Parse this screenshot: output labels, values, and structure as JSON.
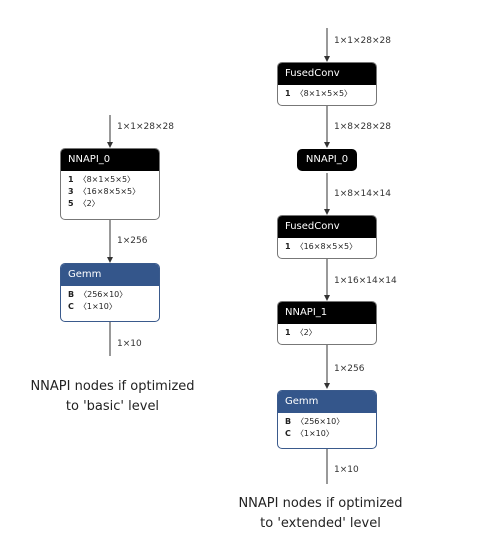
{
  "left": {
    "edge_in": "1×1×28×28",
    "nnapi0": {
      "title": "NNAPI_0",
      "attrs": [
        {
          "key": "1",
          "value": "〈8×1×5×5〉"
        },
        {
          "key": "3",
          "value": "〈16×8×5×5〉"
        },
        {
          "key": "5",
          "value": "〈2〉"
        }
      ]
    },
    "edge_mid": "1×256",
    "gemm": {
      "title": "Gemm",
      "attrs": [
        {
          "key": "B",
          "value": "〈256×10〉"
        },
        {
          "key": "C",
          "value": "〈1×10〉"
        }
      ]
    },
    "edge_out": "1×10",
    "caption_line1": "NNAPI nodes if optimized",
    "caption_line2": "to 'basic' level"
  },
  "right": {
    "edge_in": "1×1×28×28",
    "fusedconv1": {
      "title": "FusedConv",
      "attrs": [
        {
          "key": "1",
          "value": "〈8×1×5×5〉"
        }
      ]
    },
    "edge_1": "1×8×28×28",
    "nnapi0": {
      "title": "NNAPI_0"
    },
    "edge_2": "1×8×14×14",
    "fusedconv2": {
      "title": "FusedConv",
      "attrs": [
        {
          "key": "1",
          "value": "〈16×8×5×5〉"
        }
      ]
    },
    "edge_3": "1×16×14×14",
    "nnapi1": {
      "title": "NNAPI_1",
      "attrs": [
        {
          "key": "1",
          "value": "〈2〉"
        }
      ]
    },
    "edge_4": "1×256",
    "gemm": {
      "title": "Gemm",
      "attrs": [
        {
          "key": "B",
          "value": "〈256×10〉"
        },
        {
          "key": "C",
          "value": "〈1×10〉"
        }
      ]
    },
    "edge_out": "1×10",
    "caption_line1": "NNAPI nodes if optimized",
    "caption_line2": "to 'extended' level"
  }
}
